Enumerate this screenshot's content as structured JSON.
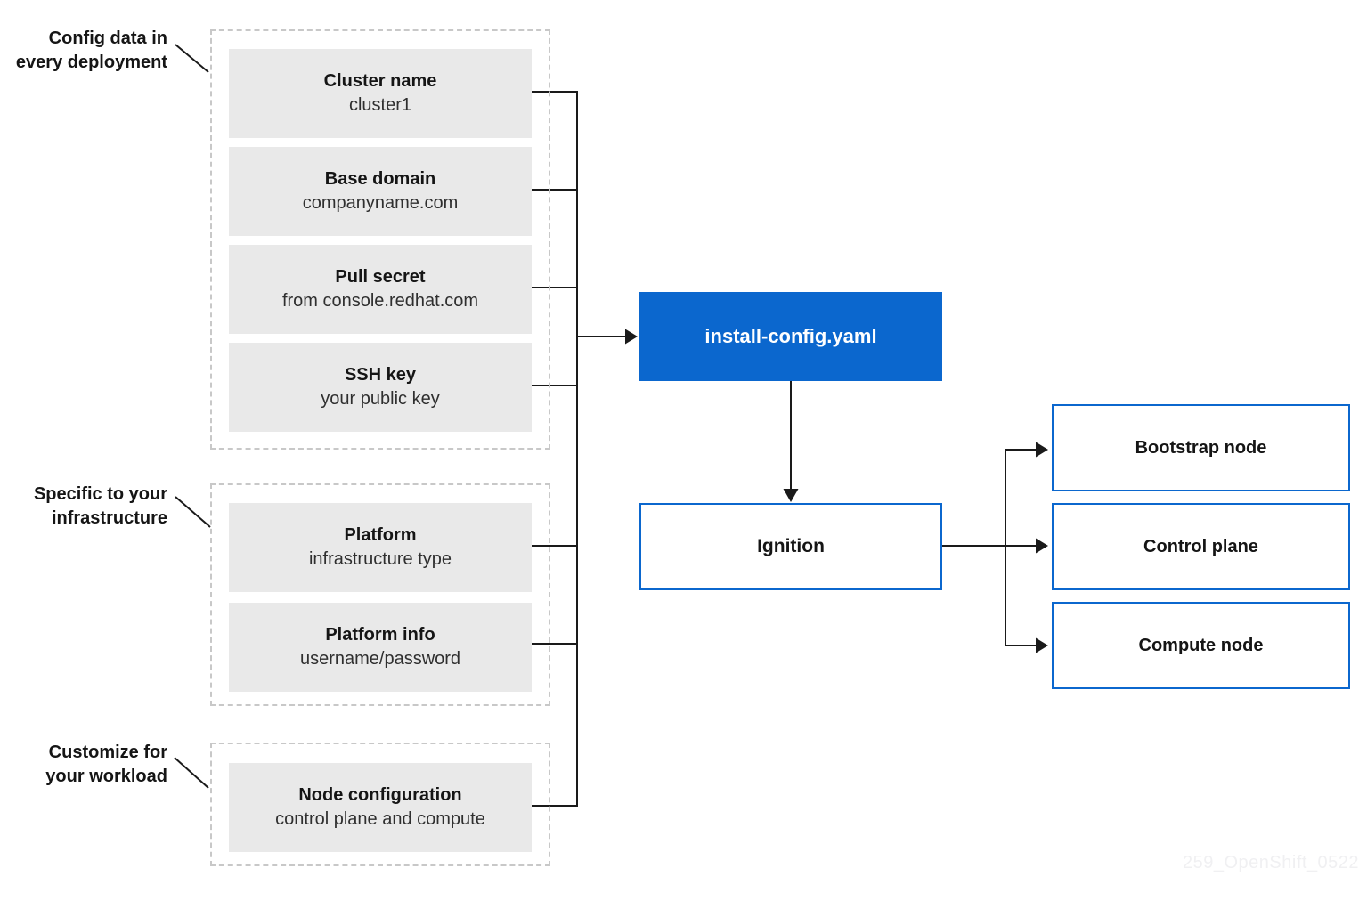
{
  "colors": {
    "accent_blue": "#0b67ce",
    "box_gray": "#e9e9e9",
    "dash_border": "#c8c8c8",
    "line_black": "#1a1a1a",
    "text_primary": "#151515",
    "text_secondary": "#2f2f2f",
    "watermark": "#f0f0f2"
  },
  "groups": [
    {
      "label_lines": [
        "Config data in",
        "every deployment"
      ],
      "boxes": [
        {
          "title": "Cluster name",
          "subtitle": "cluster1"
        },
        {
          "title": "Base domain",
          "subtitle": "companyname.com"
        },
        {
          "title": "Pull secret",
          "subtitle": "from console.redhat.com"
        },
        {
          "title": "SSH key",
          "subtitle": "your public key"
        }
      ]
    },
    {
      "label_lines": [
        "Specific to your",
        "infrastructure"
      ],
      "boxes": [
        {
          "title": "Platform",
          "subtitle": "infrastructure type"
        },
        {
          "title": "Platform info",
          "subtitle": "username/password"
        }
      ]
    },
    {
      "label_lines": [
        "Customize for",
        "your workload"
      ],
      "boxes": [
        {
          "title": "Node configuration",
          "subtitle": "control plane and compute"
        }
      ]
    }
  ],
  "center": {
    "install_config_label": "install-config.yaml",
    "ignition_label": "Ignition"
  },
  "outputs": [
    {
      "label": "Bootstrap node"
    },
    {
      "label": "Control plane"
    },
    {
      "label": "Compute node"
    }
  ],
  "watermark_text": "259_OpenShift_0522"
}
